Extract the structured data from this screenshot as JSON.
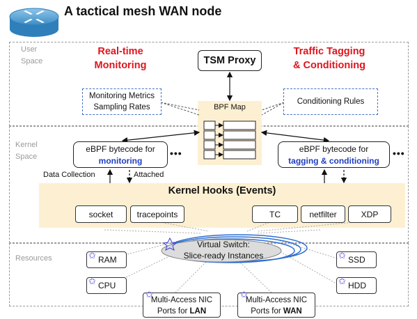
{
  "title": "A tactical mesh WAN node",
  "layers": {
    "user": "User\nSpace",
    "kernel": "Kernel\nSpace",
    "resources": "Resources"
  },
  "user_space": {
    "realtime": "Real-time\nMonitoring",
    "traffic": "Traffic Tagging\n& Conditioning",
    "proxy": "TSM Proxy",
    "monitoring_metrics": "Monitoring Metrics\nSampling Rates",
    "conditioning_rules": "Conditioning Rules",
    "bpf_map": "BPF Map"
  },
  "kernel_space": {
    "ebpf_left_line1": "eBPF bytecode for",
    "ebpf_left_line2": "monitoring",
    "ebpf_right_line1": "eBPF bytecode for",
    "ebpf_right_line2": "tagging & conditioning",
    "dots": "•••",
    "data_collection": "Data Collection",
    "attached": "Attached",
    "hooks_title": "Kernel Hooks (Events)",
    "hooks": [
      "socket",
      "tracepoints",
      "TC",
      "netfilter",
      "XDP"
    ]
  },
  "resources": {
    "switch_line1": "Virtual Switch:",
    "switch_line2": "Slice-ready Instances",
    "ram": "RAM",
    "cpu": "CPU",
    "ssd": "SSD",
    "hdd": "HDD",
    "nic_lan_line1": "Multi-Access NIC",
    "nic_lan_line2_prefix": "Ports for ",
    "nic_lan_line2_bold": "LAN",
    "nic_wan_line1": "Multi-Access NIC",
    "nic_wan_line2_prefix": "Ports for ",
    "nic_wan_line2_bold": "WAN"
  },
  "colors": {
    "accent_red": "#e0141e",
    "accent_blue": "#1f3fbf",
    "map_fill": "#fdf0d2",
    "switch_ring": "#2e6fd0"
  }
}
